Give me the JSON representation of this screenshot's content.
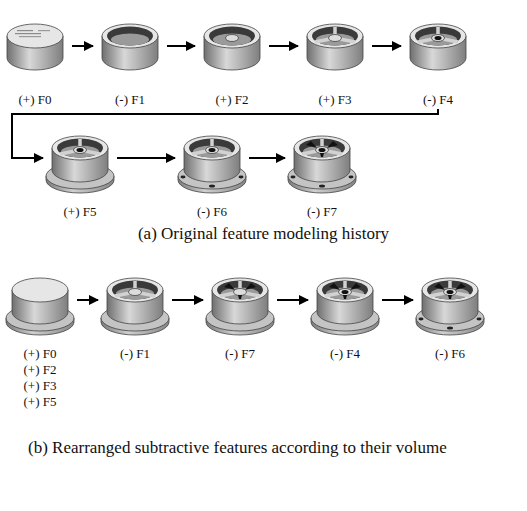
{
  "diagram": {
    "nodes": [
      {
        "text": [
          "(+) F0"
        ]
      },
      {
        "text": [
          "(-) F1"
        ]
      },
      {
        "text": [
          "(+) F2"
        ]
      },
      {
        "text": [
          "(+) F3"
        ]
      },
      {
        "text": [
          "(-) F4"
        ]
      },
      {
        "text": [
          "(+) F5"
        ]
      },
      {
        "text": [
          "(-) F6"
        ]
      },
      {
        "text": [
          "(-) F7"
        ]
      },
      {
        "text": [
          "(+) F0",
          "(+) F2",
          "(+) F3",
          "(+) F5"
        ]
      },
      {
        "text": [
          "(-) F1"
        ]
      },
      {
        "text": [
          "(-) F7"
        ]
      },
      {
        "text": [
          "(-) F4"
        ]
      },
      {
        "text": [
          "(-) F6"
        ]
      }
    ],
    "edges": [
      {
        "from": 0,
        "to": 1,
        "arrow": "to"
      },
      {
        "from": 1,
        "to": 2,
        "arrow": "to"
      },
      {
        "from": 2,
        "to": 3,
        "arrow": "to"
      },
      {
        "from": 3,
        "to": 4,
        "arrow": "to"
      },
      {
        "from": 4,
        "to": 5,
        "arrow": "to"
      },
      {
        "from": 5,
        "to": 6,
        "arrow": "to"
      },
      {
        "from": 6,
        "to": 7,
        "arrow": "to"
      },
      {
        "from": 8,
        "to": 9,
        "arrow": "to"
      },
      {
        "from": 9,
        "to": 10,
        "arrow": "to"
      },
      {
        "from": 10,
        "to": 11,
        "arrow": "to"
      },
      {
        "from": 11,
        "to": 12,
        "arrow": "to"
      }
    ],
    "labels": [
      "(a) Original feature modeling history",
      "(b) Rearranged subtractive features according to their volume"
    ]
  }
}
